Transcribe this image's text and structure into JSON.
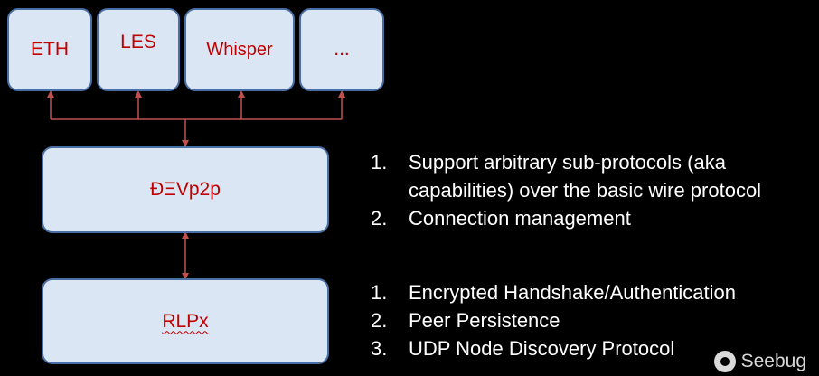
{
  "protocols": [
    "ETH",
    "LES",
    "Whisper",
    "..."
  ],
  "devp2p_label": "ÐΞVp2p",
  "rlpx_label": "RLPx",
  "devp2p_features": [
    {
      "num": "1.",
      "text": "Support arbitrary sub-protocols (aka capabilities) over the basic wire protocol"
    },
    {
      "num": "2.",
      "text": "Connection management"
    }
  ],
  "rlpx_features": [
    {
      "num": "1.",
      "text": "Encrypted Handshake/Authentication"
    },
    {
      "num": "2.",
      "text": "Peer Persistence"
    },
    {
      "num": "3.",
      "text": "UDP Node Discovery Protocol"
    }
  ],
  "watermark": "Seebug",
  "colors": {
    "box_fill": "#dbe6f5",
    "box_border": "#4a6fa5",
    "label": "#c00000",
    "connector": "#c0504d"
  }
}
